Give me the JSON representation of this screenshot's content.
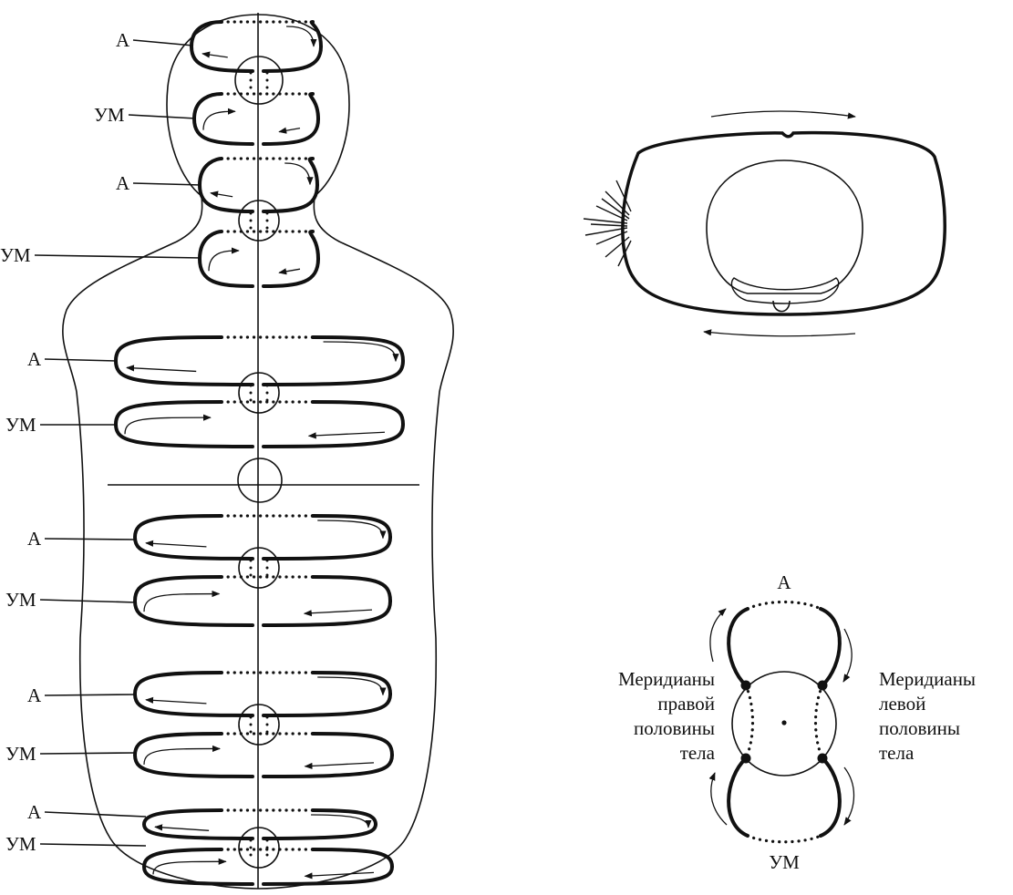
{
  "labels": {
    "a": "А",
    "um": "УМ"
  },
  "legend": {
    "top_label": "А",
    "bottom_label": "УМ",
    "right_half_lines": [
      "Меридианы",
      "правой",
      "половины",
      "тела"
    ],
    "left_half_lines": [
      "Меридианы",
      "левой",
      "половины",
      "тела"
    ]
  },
  "colors": {
    "ink": "#111111",
    "background": "#ffffff"
  }
}
